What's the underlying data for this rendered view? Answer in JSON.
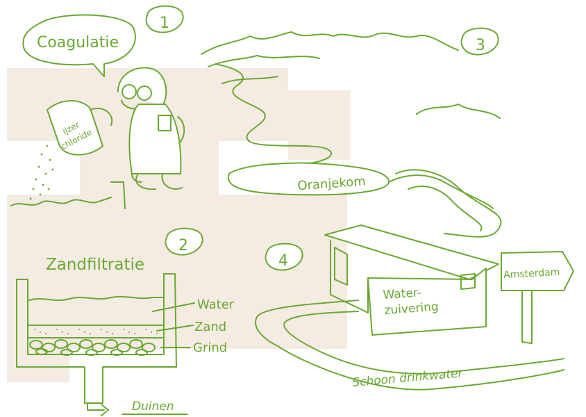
{
  "colors": {
    "line": "#6aa832",
    "fill_light": "#f4ebe2",
    "background": "#ffffff"
  },
  "steps": {
    "step1": {
      "number": "1",
      "bubble_label": "Coagulatie",
      "mug_label_line1": "ijzer",
      "mug_label_line2": "chloride"
    },
    "step2": {
      "number": "2",
      "title": "Zandfiltratie",
      "layer_water": "Water",
      "layer_sand": "Zand",
      "layer_gravel": "Grind",
      "outlet_label": "Duinen"
    },
    "step3": {
      "number": "3",
      "basin_label": "Oranjekom"
    },
    "step4": {
      "number": "4",
      "building_label_line1": "Water-",
      "building_label_line2": "zuivering",
      "sign_label": "Amsterdam",
      "pipe_label": "Schoon drinkwater"
    }
  }
}
